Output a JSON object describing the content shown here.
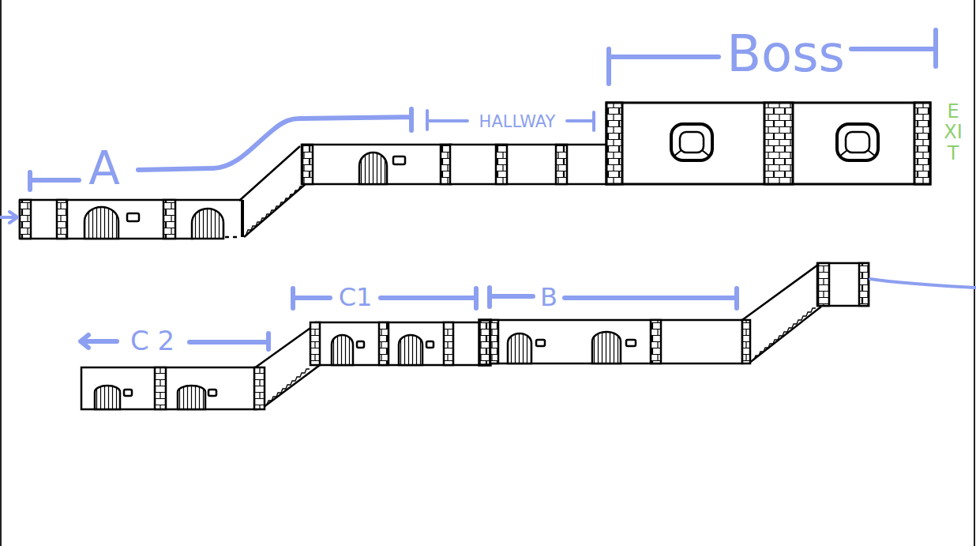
{
  "diagram": {
    "labels": [
      "A",
      "HALLWAY",
      "Boss",
      "EXIT",
      "C1",
      "B",
      "C 2"
    ]
  }
}
